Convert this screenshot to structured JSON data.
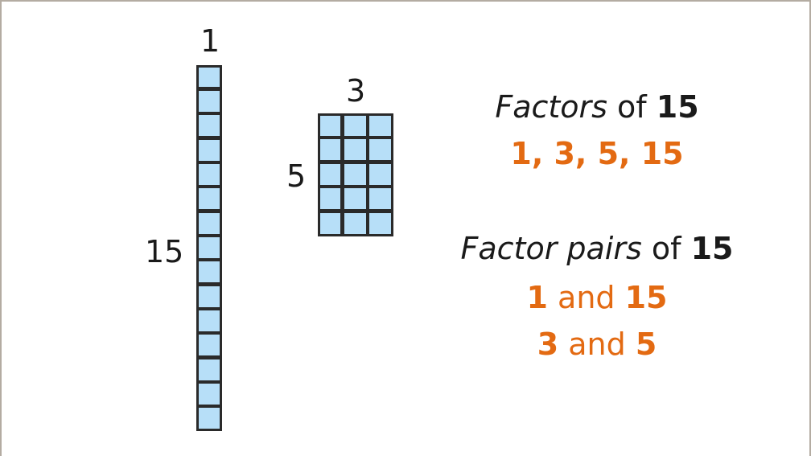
{
  "column_model": {
    "top_label": "1",
    "side_label": "15",
    "rows": 15,
    "cols": 1
  },
  "array_model": {
    "top_label": "3",
    "side_label": "5",
    "rows": 5,
    "cols": 3
  },
  "factors": {
    "heading_italic": "Factors",
    "heading_mid": " of ",
    "heading_number": "15",
    "list": "1, 3, 5, 15"
  },
  "factor_pairs": {
    "heading_italic": "Factor pairs",
    "heading_mid": " of ",
    "heading_number": "15",
    "pairs": [
      {
        "a": "1",
        "and": " and ",
        "b": "15"
      },
      {
        "a": "3",
        "and": " and ",
        "b": "5"
      }
    ]
  },
  "colors": {
    "cell_fill": "#b7dff8",
    "cell_border": "#2a2a2a",
    "accent_orange": "#e36a12",
    "text": "#1a1a1a",
    "frame_border": "#b4aca2"
  }
}
